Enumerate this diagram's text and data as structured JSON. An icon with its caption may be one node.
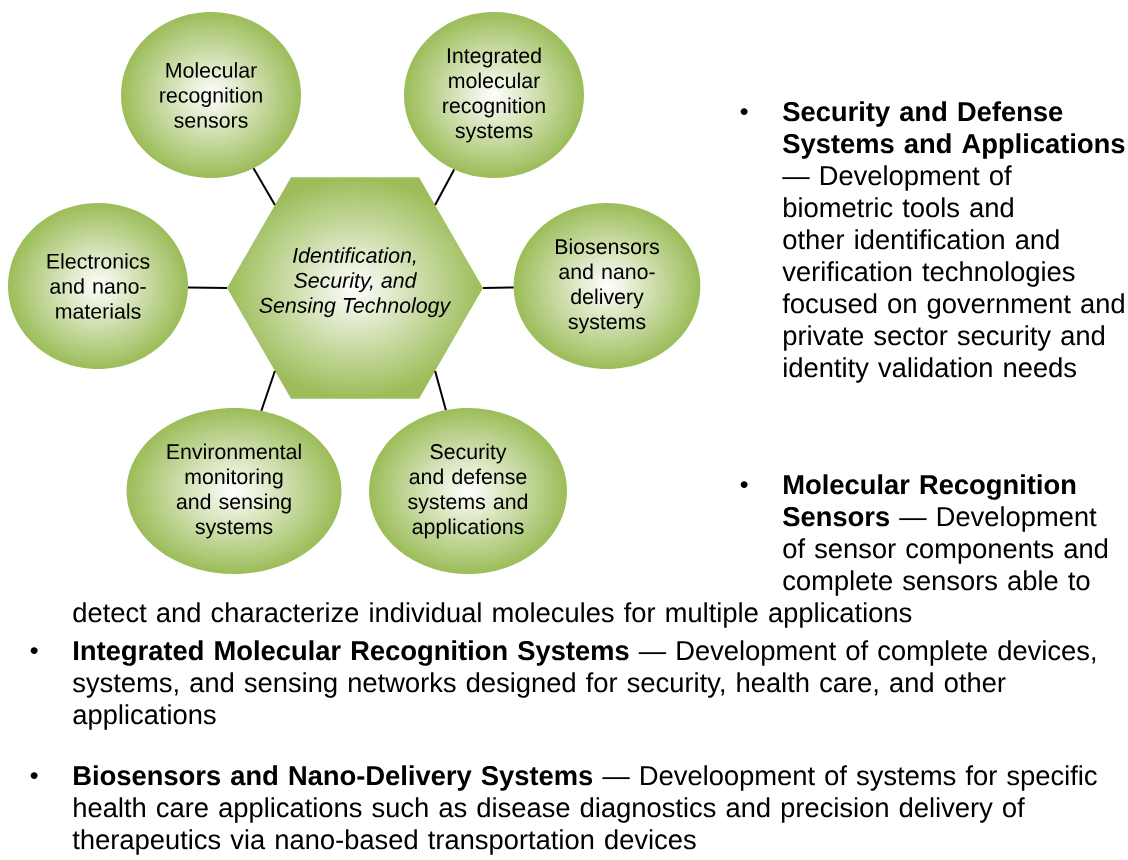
{
  "diagram": {
    "nodes": [
      {
        "text": [
          "Molecular recognition sensors"
        ]
      },
      {
        "text": [
          "Integrated molecular recognition systems"
        ]
      },
      {
        "text": [
          "Electronics and nano-materials"
        ]
      },
      {
        "text": [
          "*Identification, Security, and Sensing Technology*"
        ]
      },
      {
        "text": [
          "Biosensors and nano-delivery systems"
        ]
      },
      {
        "text": [
          "Environmental monitoring and sensing systems"
        ]
      },
      {
        "text": [
          "Security and defense systems and applications"
        ]
      }
    ],
    "edges": [
      {
        "from": 3,
        "to": 0,
        "arrow": "none"
      },
      {
        "from": 3,
        "to": 1,
        "arrow": "none"
      },
      {
        "from": 3,
        "to": 2,
        "arrow": "none"
      },
      {
        "from": 3,
        "to": 4,
        "arrow": "none"
      },
      {
        "from": 3,
        "to": 5,
        "arrow": "none"
      },
      {
        "from": 3,
        "to": 6,
        "arrow": "none"
      }
    ],
    "labels": [
      "**Security and Defense Systems and Applications** — Development of biometric tools and other identification and verification technologies focused on government and private sector security and identity validation needs",
      "**Molecular Recognition Sensors** — Development of sensor components and complete sensors able to detect and characterize individual molecules for multiple applications",
      "**Integrated Molecular Recognition Systems** — Development of complete devices, systems, and sensing networks designed for security, health care, and other applications",
      "**Biosensors and Nano-Delivery Systems** — Develoopment of systems for specific health care applications such as disease diagnostics and precision delivery of therapeutics via nano-based transportation devices"
    ]
  }
}
